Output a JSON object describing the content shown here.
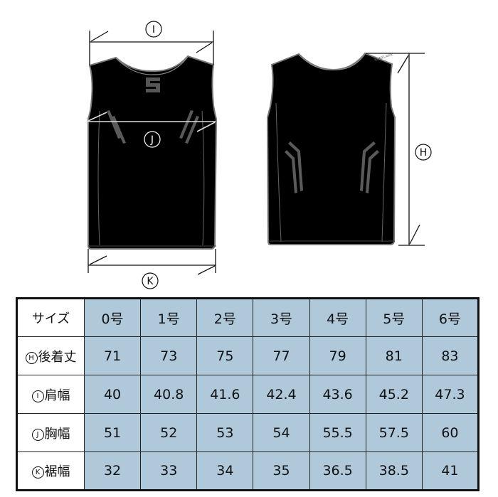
{
  "diagram": {
    "front_view": {
      "labels": {
        "shoulder_width": "I",
        "chest_width": "J",
        "hem_width": "K"
      },
      "logo": "S"
    },
    "back_view": {
      "labels": {
        "back_length": "H"
      }
    }
  },
  "table": {
    "header": {
      "label": "サイズ",
      "sizes": [
        "0号",
        "1号",
        "2号",
        "3号",
        "4号",
        "5号",
        "6号"
      ]
    },
    "rows": [
      {
        "marker": "H",
        "label": "後着丈",
        "values": [
          "71",
          "73",
          "75",
          "77",
          "79",
          "81",
          "83"
        ]
      },
      {
        "marker": "I",
        "label": "肩幅",
        "values": [
          "40",
          "40.8",
          "41.6",
          "42.4",
          "43.6",
          "45.2",
          "47.3"
        ]
      },
      {
        "marker": "J",
        "label": "胸幅",
        "values": [
          "51",
          "52",
          "53",
          "54",
          "55.5",
          "57.5",
          "60"
        ]
      },
      {
        "marker": "K",
        "label": "裾幅",
        "values": [
          "32",
          "33",
          "34",
          "35",
          "36.5",
          "38.5",
          "41"
        ]
      }
    ]
  },
  "colors": {
    "cell_bg": "#afc9da",
    "header_bg": "#ffffff",
    "garment": "#000000",
    "accent_stripe": "#5a5a5a"
  }
}
